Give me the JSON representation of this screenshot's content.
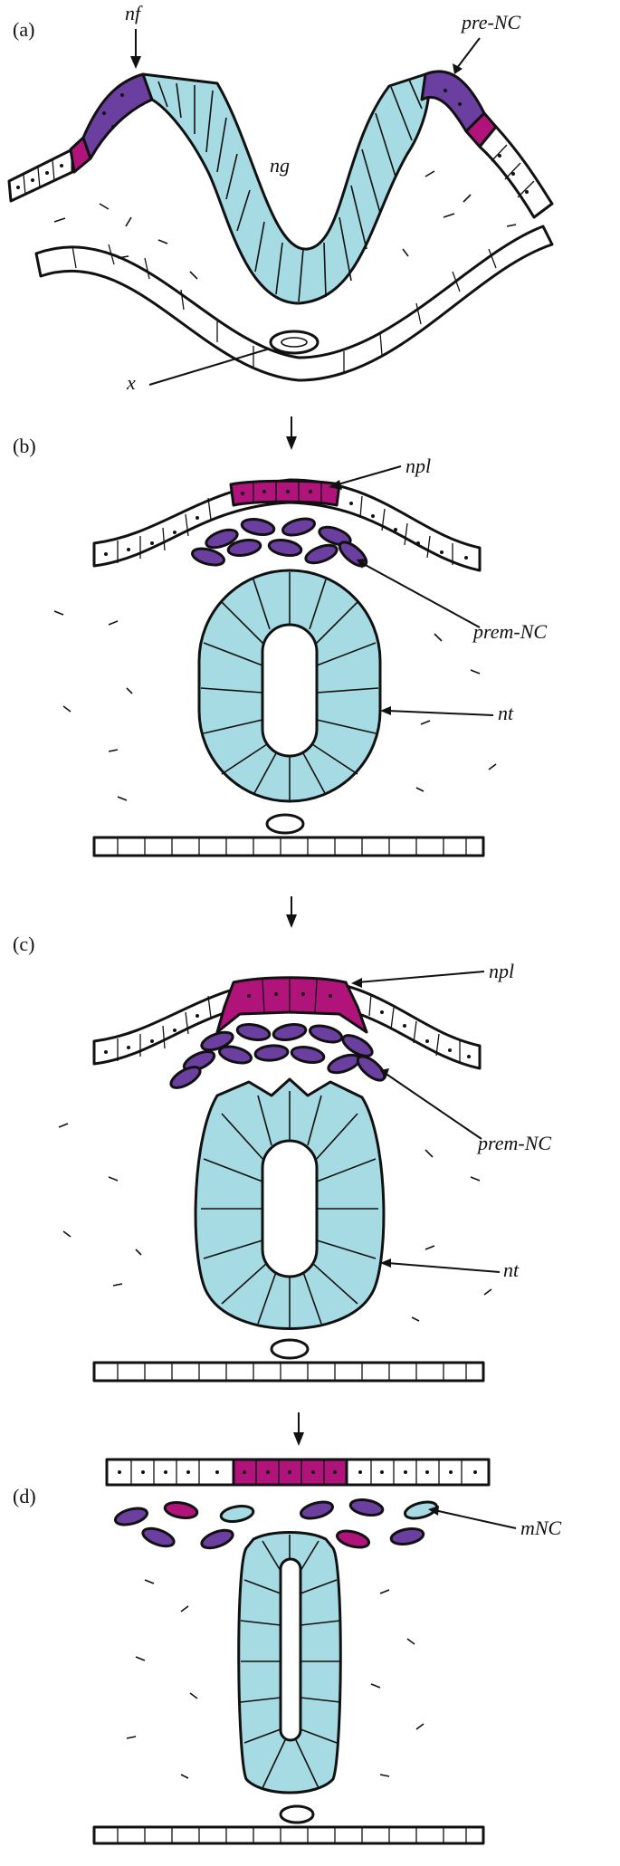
{
  "panels": [
    {
      "id": "a",
      "label": "(a)",
      "annotations": [
        "nf",
        "pre-NC",
        "ng",
        "x"
      ]
    },
    {
      "id": "b",
      "label": "(b)",
      "annotations": [
        "npl",
        "prem-NC",
        "nt"
      ]
    },
    {
      "id": "c",
      "label": "(c)",
      "annotations": [
        "npl",
        "prem-NC",
        "nt"
      ]
    },
    {
      "id": "d",
      "label": "(d)",
      "annotations": [
        "mNC"
      ]
    }
  ],
  "colors": {
    "neural_tissue": "#a6dbe3",
    "prem_crest": "#6b3fa0",
    "plate_magenta": "#b0147a",
    "outline": "#111111",
    "background": "#ffffff"
  },
  "icons": [
    "down-arrow-icon"
  ]
}
